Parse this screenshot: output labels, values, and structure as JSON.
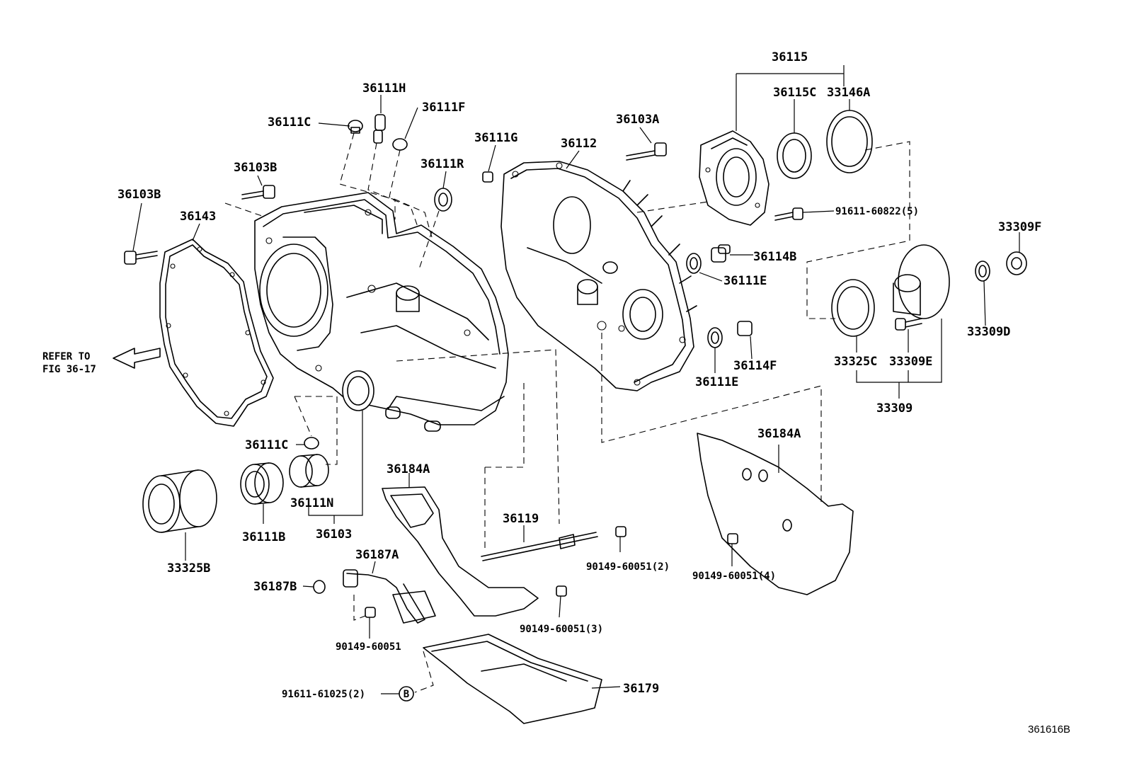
{
  "figure_id": "361616B",
  "refer_note": {
    "line1": "REFER TO",
    "line2": "FIG 36-17"
  },
  "callouts": {
    "p36115": "36115",
    "p36115C": "36115C",
    "p33146A": "33146A",
    "p36111H": "36111H",
    "p36111F": "36111F",
    "p36111C_top": "36111C",
    "p36103A": "36103A",
    "p36111G": "36111G",
    "p36112": "36112",
    "p36111R": "36111R",
    "p36103B_a": "36103B",
    "p36103B_b": "36103B",
    "p36143": "36143",
    "p91611_60822": "91611-60822(5)",
    "p33309F": "33309F",
    "p36114B": "36114B",
    "p36111E_a": "36111E",
    "p33309D": "33309D",
    "p36114F": "36114F",
    "p36111E_b": "36111E",
    "p33325C": "33325C",
    "p33309E": "33309E",
    "p33309": "33309",
    "p36184A_right": "36184A",
    "p36111C_bottom": "36111C",
    "p36184A_left": "36184A",
    "p36111N": "36111N",
    "p36103": "36103",
    "p36111B": "36111B",
    "p33325B": "33325B",
    "p36119": "36119",
    "p90149_60051_2": "90149-60051(2)",
    "p90149_60051_4": "90149-60051(4)",
    "p36187A": "36187A",
    "p36187B": "36187B",
    "p90149_60051_3": "90149-60051(3)",
    "p90149_60051": "90149-60051",
    "p91611_61025": "91611-61025(2)",
    "p36179": "36179",
    "b_marker": "B"
  }
}
